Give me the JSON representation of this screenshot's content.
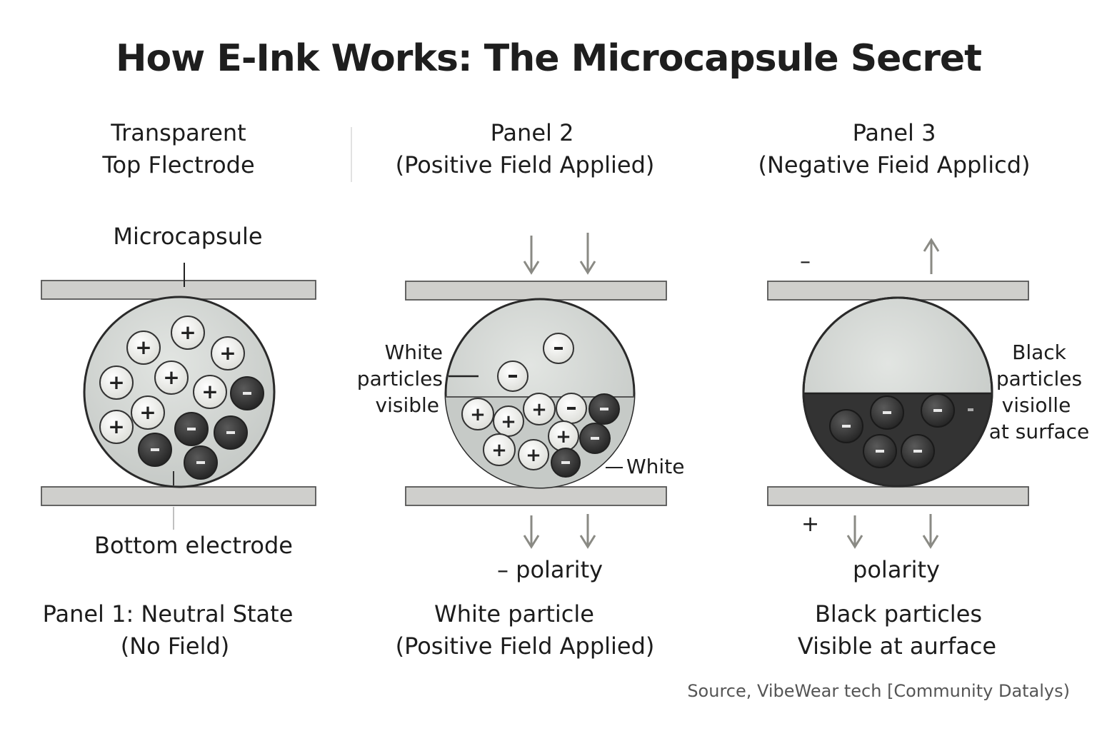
{
  "title": "How E-Ink Works: The Microcapsule Secret",
  "panel1": {
    "top_label": [
      "Transparent",
      "Top Flectrode"
    ],
    "capsule_label": "Microcapsule",
    "bottom_label": "Bottom electrode",
    "caption": [
      "Panel 1: Neutral State",
      "(No Field)"
    ]
  },
  "panel2": {
    "header": [
      "Panel 2",
      "(Positive Field Applied)"
    ],
    "left_callout": [
      "White",
      "particles",
      "visible"
    ],
    "right_callout": "White",
    "polarity": "– polarity",
    "caption": [
      "White particle",
      "(Positive Field Applied)"
    ]
  },
  "panel3": {
    "header": [
      "Panel 3",
      "(Negative Fieid Applicd)"
    ],
    "top_sign": "–",
    "bottom_sign": "+",
    "right_callout": [
      "Black",
      "particles",
      "visiolle",
      "at surface"
    ],
    "polarity": "polarity",
    "caption": [
      "Black particles",
      "Visible at aurface"
    ]
  },
  "source": "Source, VibeWear tech [Community Datalys)",
  "colors": {
    "electrode_fill": "#cfcfcc",
    "capsule_fluid": "#cfd3d0",
    "white_particle": "#f3f3f0",
    "black_particle": "#2f2f2f",
    "arrow": "#8a8a84"
  }
}
